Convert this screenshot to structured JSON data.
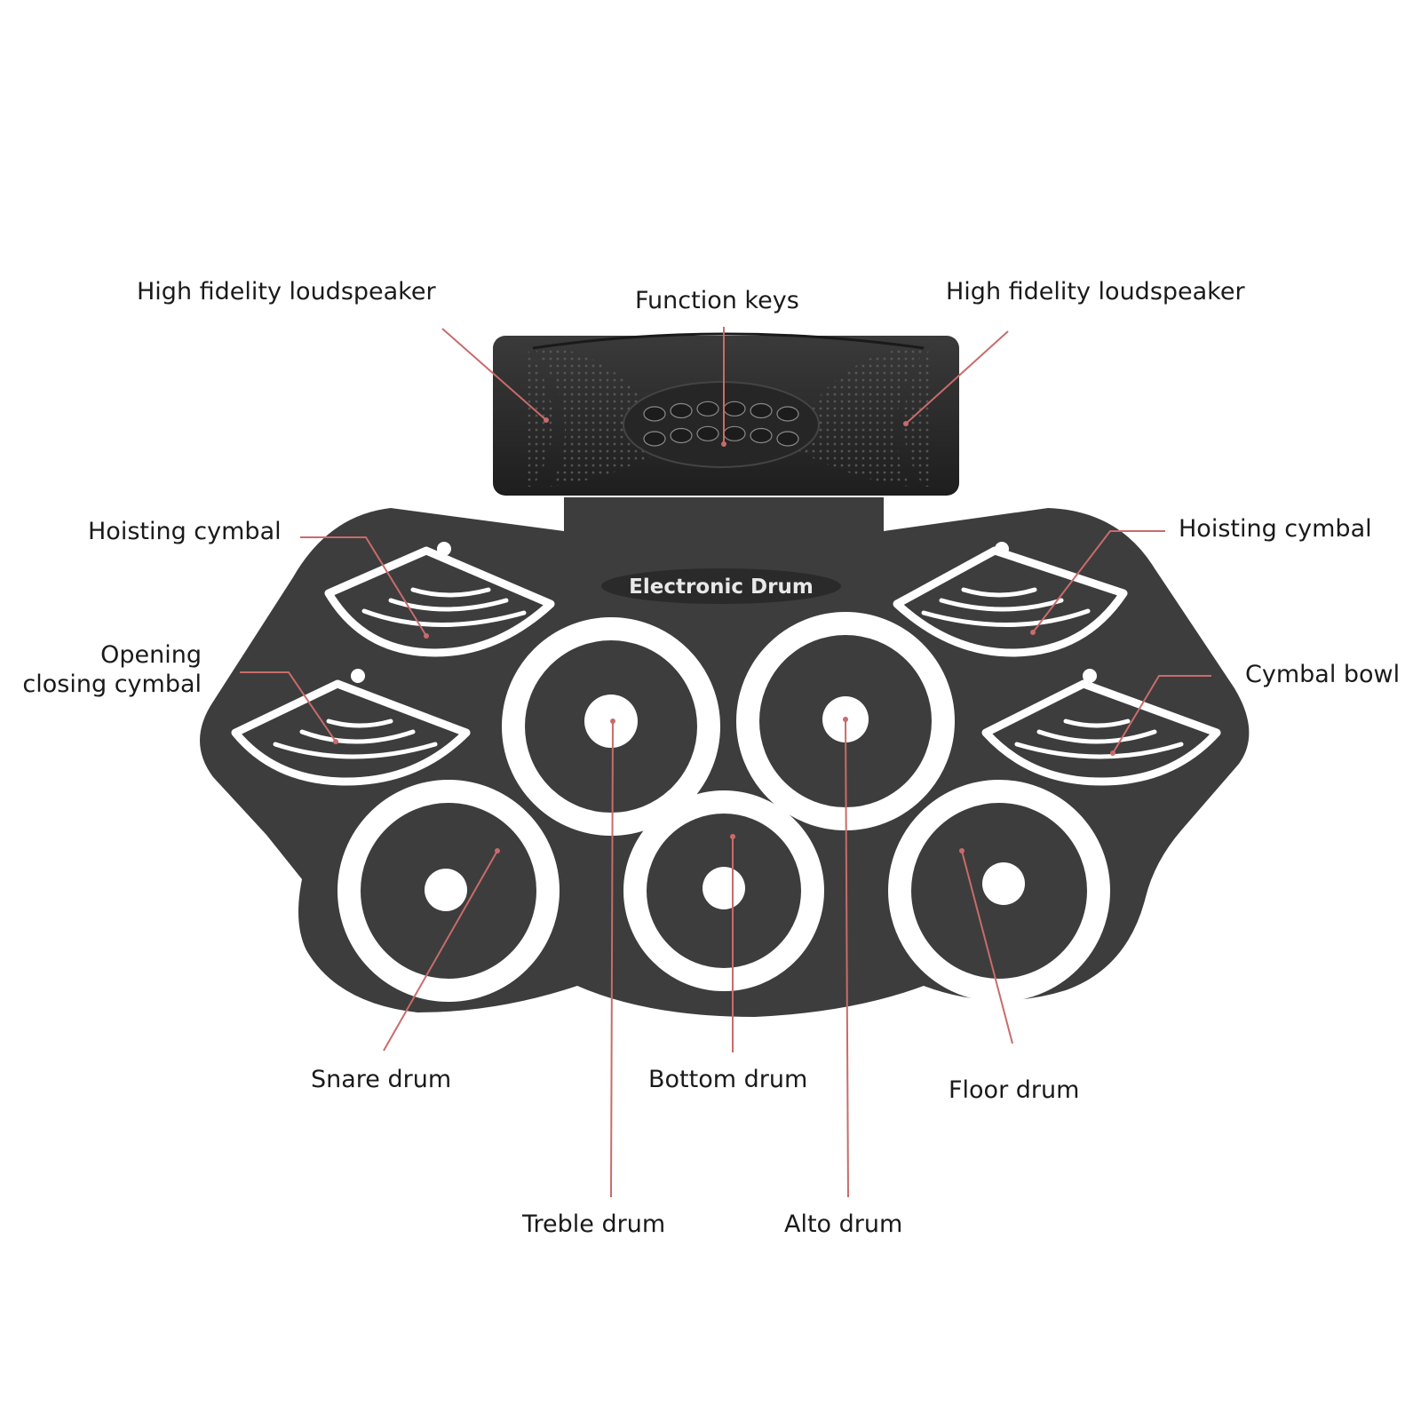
{
  "product": {
    "brand_label": "Electronic Drum",
    "key_count": 12
  },
  "labels": {
    "speaker_left": "High fidelity loudspeaker",
    "function_keys": "Function keys",
    "speaker_right": "High fidelity loudspeaker",
    "hoisting_cymbal_left": "Hoisting cymbal",
    "hoisting_cymbal_right": "Hoisting cymbal",
    "opening_closing_cymbal_line1": "Opening",
    "opening_closing_cymbal_line2": "closing cymbal",
    "cymbal_bowl": "Cymbal bowl",
    "snare_drum": "Snare drum",
    "bottom_drum": "Bottom drum",
    "floor_drum": "Floor drum",
    "treble_drum": "Treble drum",
    "alto_drum": "Alto drum"
  },
  "colors": {
    "pad_body": "#3d3d3d",
    "speaker_body": "#2b2b2b",
    "pad_marking": "#ffffff",
    "leader_line": "#c96b6b",
    "label_text": "#1a1a1a"
  }
}
